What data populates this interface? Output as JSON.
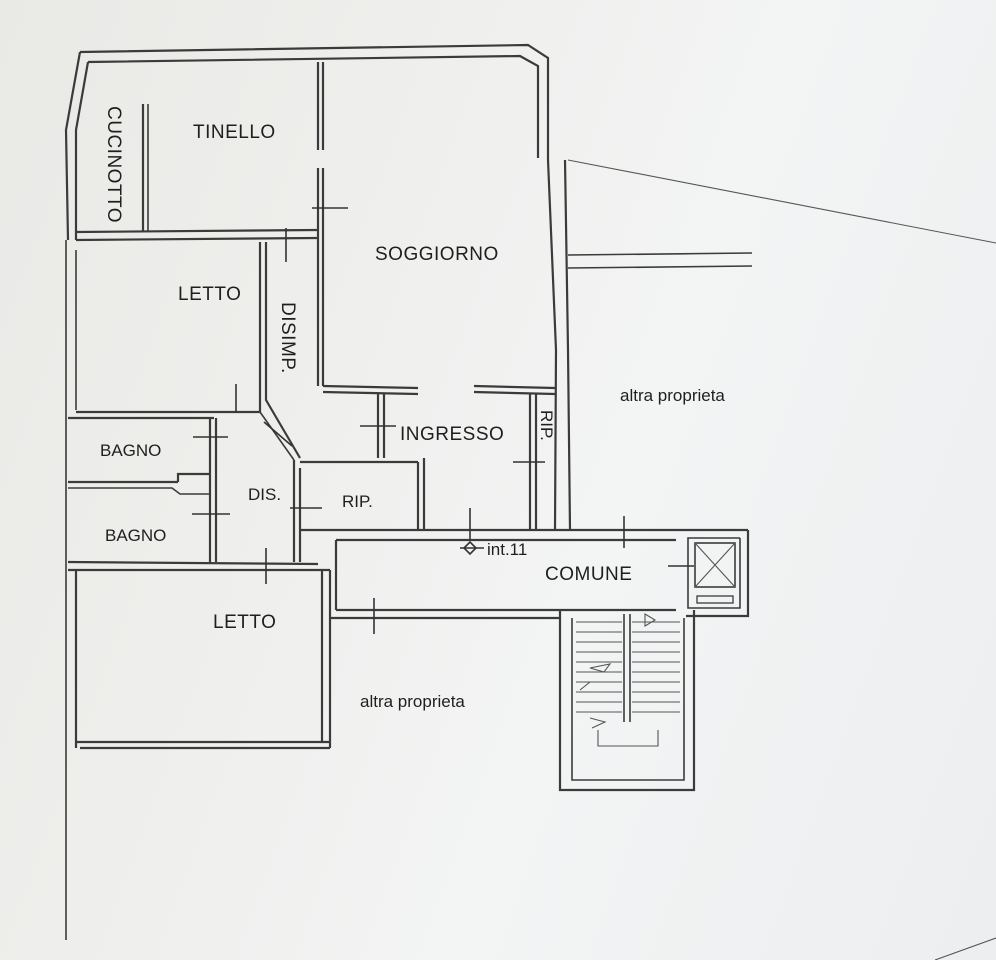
{
  "rooms": {
    "cucinotto": "CUCINOTTO",
    "tinello": "TINELLO",
    "soggiorno": "SOGGIORNO",
    "letto_top": "LETTO",
    "disimp": "DISIMP.",
    "bagno_top": "BAGNO",
    "bagno_bottom": "BAGNO",
    "dis": "DIS.",
    "rip_left": "RIP.",
    "ingresso": "INGRESSO",
    "rip_right": "RIP.",
    "comune": "COMUNE",
    "letto_bottom": "LETTO"
  },
  "labels": {
    "int": "int.11",
    "altra_right": "altra proprieta",
    "altra_bottom": "altra proprieta"
  }
}
